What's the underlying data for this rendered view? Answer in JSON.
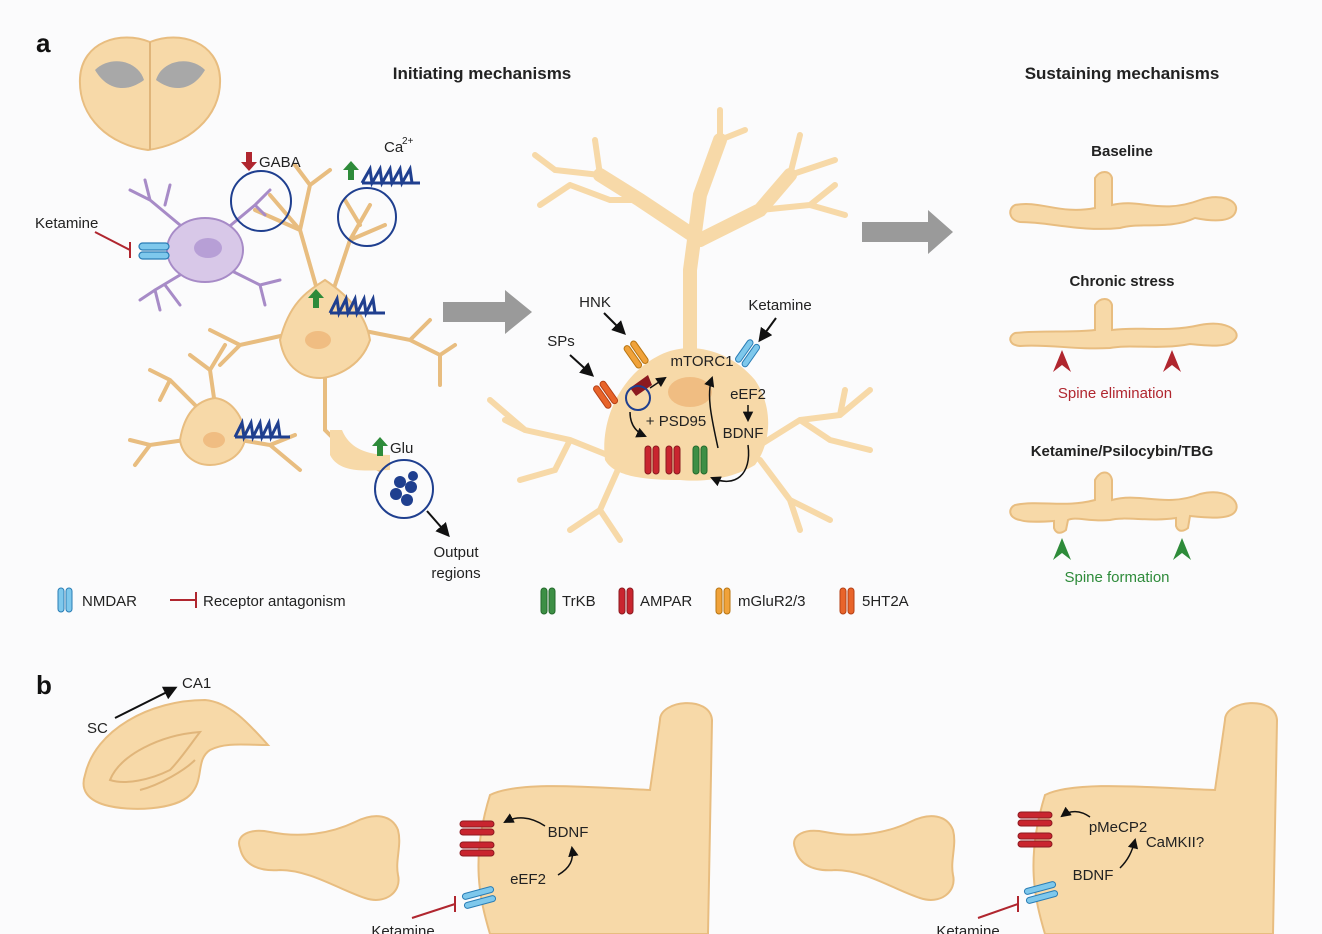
{
  "panels": {
    "a": "a",
    "b": "b"
  },
  "headings": {
    "initiating": "Initiating mechanisms",
    "sustaining": "Sustaining mechanisms"
  },
  "left_neurons": {
    "gaba": "GABA",
    "ca": "Ca",
    "ca_sup": "2+",
    "glu": "Glu",
    "ketamine": "Ketamine",
    "output_line1": "Output",
    "output_line2": "regions"
  },
  "center_neuron": {
    "hnk": "HNK",
    "sps": "SPs",
    "ketamine": "Ketamine",
    "mtorc1": "mTORC1",
    "eef2": "eEF2",
    "psd95": "+ PSD95",
    "bdnf": "BDNF"
  },
  "sustaining": {
    "baseline": "Baseline",
    "chronic_stress": "Chronic stress",
    "spine_elimination": "Spine elimination",
    "treatments": "Ketamine/Psilocybin/TBG",
    "spine_formation": "Spine formation"
  },
  "legend_left": {
    "nmdar": "NMDAR",
    "antagonism": "Receptor antagonism"
  },
  "legend_center": {
    "trkb": "TrKB",
    "ampar": "AMPAR",
    "mglur": "mGluR2/3",
    "ht2a": "5HT2A"
  },
  "panel_b": {
    "ca1": "CA1",
    "sc": "SC",
    "left_bdnf": "BDNF",
    "left_eef2": "eEF2",
    "left_ketamine": "Ketamine",
    "right_pmecp2": "pMeCP2",
    "right_camkii": "CaMKII?",
    "right_bdnf": "BDNF",
    "right_ketamine": "Ketamine"
  },
  "colors": {
    "cell": "#f7d9a8",
    "cell_stroke": "#e8bd80",
    "nucleus": "#f0bd82",
    "interneuron": "#d8c8e8",
    "interneuron_stroke": "#a78bc7",
    "nmdar": "#7ec8ec",
    "ampar": "#c9252f",
    "trkb": "#3d8f45",
    "mglur": "#f0a23a",
    "ht2a": "#e8642a",
    "spikes": "#1f3f8f",
    "arrow_gray": "#9a9a9a",
    "red_text": "#b0262f",
    "green_text": "#2e8b3a"
  }
}
